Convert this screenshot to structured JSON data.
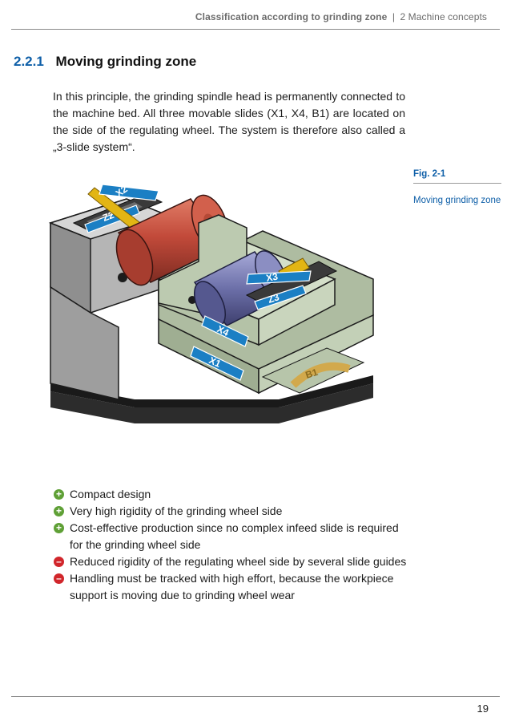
{
  "header": {
    "section_title": "Classification according to grinding zone",
    "separator": "|",
    "chapter": "2 Machine concepts"
  },
  "section": {
    "number": "2.2.1",
    "title": "Moving grinding zone",
    "body": "In this principle, the grinding spindle head is permanently connected to the machine bed. All three movable slides (X1, X4, B1) are located on the side of the regulating wheel. The system is therefore also called a „3-slide system“."
  },
  "figure": {
    "label": "Fig. 2-1",
    "caption": "Moving grinding zone",
    "slide_labels": [
      "Z2",
      "X2",
      "X3",
      "Z3",
      "X4",
      "X1",
      "B1"
    ],
    "colors": {
      "grinding_wheel": "#c24a3a",
      "regulating_wheel": "#6c6fa8",
      "arrow": "#1b7fc4",
      "dresser": "#e2b514",
      "bed": "#9a9a9a",
      "slides": "#bccab0",
      "rotary_b1": "#d2a94c"
    }
  },
  "pros_cons": [
    {
      "type": "plus",
      "icon": "plus-circle-icon",
      "text": "Compact design"
    },
    {
      "type": "plus",
      "icon": "plus-circle-icon",
      "text": "Very high rigidity of the grinding wheel side"
    },
    {
      "type": "plus",
      "icon": "plus-circle-icon",
      "text": "Cost-effective production since no complex infeed slide is required for the grinding wheel side"
    },
    {
      "type": "minus",
      "icon": "minus-circle-icon",
      "text": "Reduced rigidity of the regulating wheel side by several slide guides"
    },
    {
      "type": "minus",
      "icon": "minus-circle-icon",
      "text": "Handling must be tracked with high effort, because the workpiece support is moving due to grinding wheel wear"
    }
  ],
  "footer": {
    "page_number": "19"
  }
}
